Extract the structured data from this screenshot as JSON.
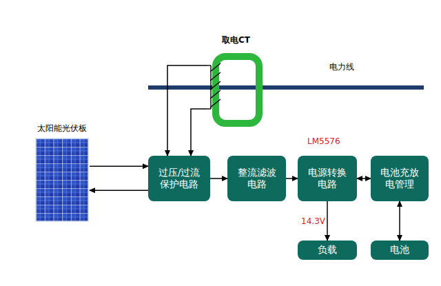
{
  "diagram": {
    "nodes": [
      {
        "text": [
          "太阳能光伏板"
        ]
      },
      {
        "text": [
          "取电CT"
        ]
      },
      {
        "text": [
          "过压/过流保护电路"
        ]
      },
      {
        "text": [
          "整流滤波电路"
        ]
      },
      {
        "text": [
          "电源转换电路"
        ]
      },
      {
        "text": [
          "电池充放电管理"
        ]
      },
      {
        "text": [
          "负载"
        ]
      },
      {
        "text": [
          "电池"
        ]
      }
    ],
    "edges": [
      {
        "from": 0,
        "to": 2,
        "arrow": "to"
      },
      {
        "from": 2,
        "to": 0,
        "arrow": "to"
      },
      {
        "from": 1,
        "to": 2,
        "arrow": "to"
      },
      {
        "from": 1,
        "to": 2,
        "arrow": "to"
      },
      {
        "from": 2,
        "to": 3,
        "arrow": "to"
      },
      {
        "from": 3,
        "to": 4,
        "arrow": "to"
      },
      {
        "from": 4,
        "to": 5,
        "arrow": "both"
      },
      {
        "from": 4,
        "to": 6,
        "arrow": "to",
        "label": "14.3V"
      },
      {
        "from": 5,
        "to": 7,
        "arrow": "both"
      }
    ],
    "labels": [
      "电力线",
      "LM5576"
    ]
  }
}
